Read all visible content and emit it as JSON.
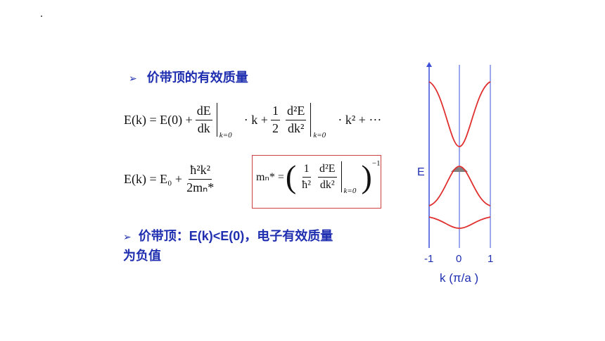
{
  "slide": {
    "heading": "价带顶的有效质量",
    "bullet_glyph": "➢",
    "point2_line1": "价带顶：E(k)<E(0)，电子有效质量",
    "point2_line2": "为负值"
  },
  "equations": {
    "eq1": {
      "lhs": "E(k) = E(0) +",
      "d_num": "dE",
      "d_den": "dk",
      "eval_sub": "k=0",
      "mid": "· k +",
      "half_num": "1",
      "half_den": "2",
      "d2_num": "d²E",
      "d2_den": "dk²",
      "eval_sub2": "k=0",
      "tail": "· k² + ···"
    },
    "eq2": {
      "lhs": "E(k) = E₀ +",
      "num": "ħ²k²",
      "den": "2mₙ*"
    },
    "eq3": {
      "lhs": "mₙ* =",
      "one": "1",
      "hbar2": "ħ²",
      "d2_num": "d²E",
      "d2_den": "dk²",
      "eval_sub": "k=0",
      "exp": "−1"
    }
  },
  "band_diagram": {
    "axis_label_y": "E",
    "axis_label_x": "k (π/a )",
    "ticks": [
      "-1",
      "0",
      "1"
    ],
    "line_color": "#e03030",
    "axis_color": "#3b4fd8",
    "highlight_color": "#808080"
  }
}
